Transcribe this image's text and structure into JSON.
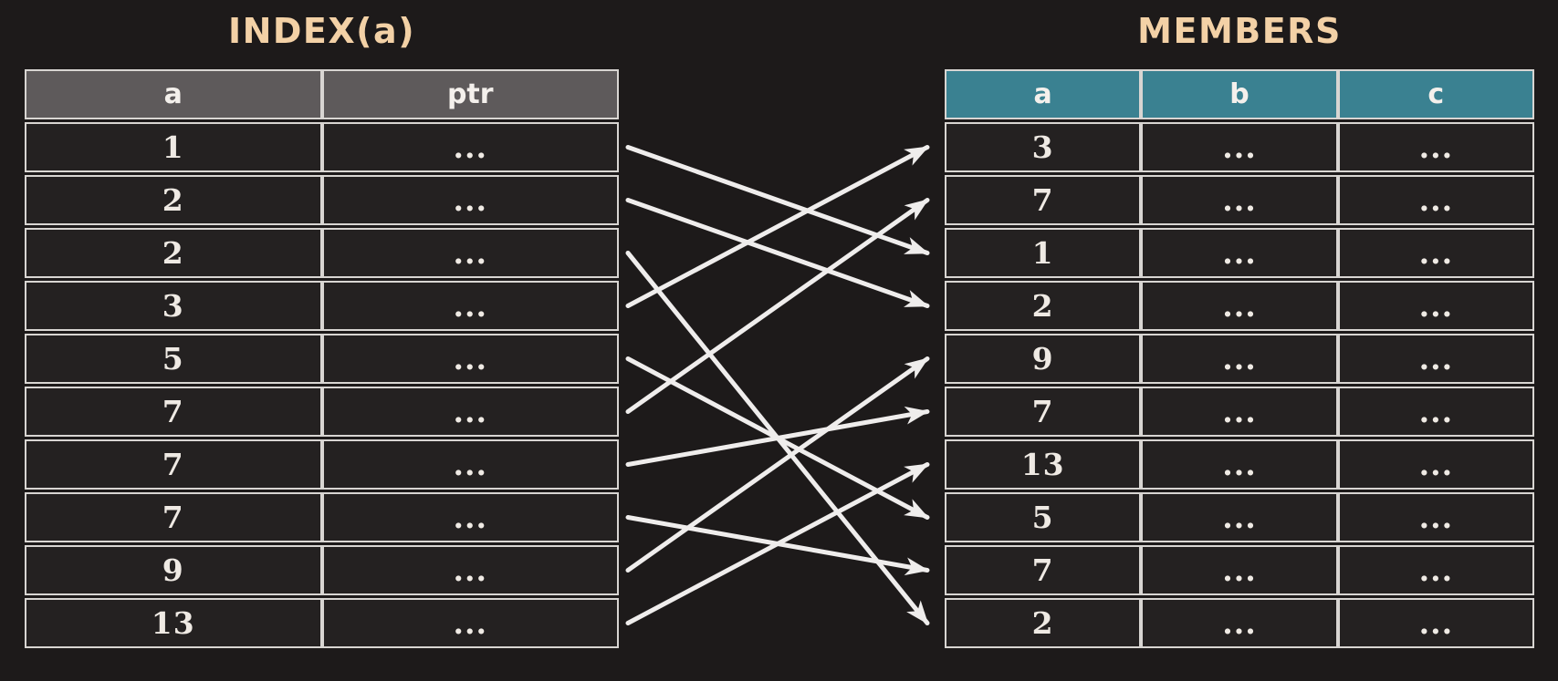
{
  "page": {
    "background_color": "#1d1a1a",
    "title_color": "#f3d1a6",
    "border_color": "#d8d5d2",
    "arrow_color": "#efedec",
    "cell_background": "#242121",
    "cell_text_color": "#efeae4"
  },
  "index_table": {
    "title": "INDEX(a)",
    "header_color": "#5e5a5b",
    "columns": [
      "a",
      "ptr"
    ],
    "rows": [
      [
        "1",
        "..."
      ],
      [
        "2",
        "..."
      ],
      [
        "2",
        "..."
      ],
      [
        "3",
        "..."
      ],
      [
        "5",
        "..."
      ],
      [
        "7",
        "..."
      ],
      [
        "7",
        "..."
      ],
      [
        "7",
        "..."
      ],
      [
        "9",
        "..."
      ],
      [
        "13",
        "..."
      ]
    ]
  },
  "members_table": {
    "title": "MEMBERS",
    "header_color": "#3a8191",
    "columns": [
      "a",
      "b",
      "c"
    ],
    "rows": [
      [
        "3",
        "...",
        "..."
      ],
      [
        "7",
        "...",
        "..."
      ],
      [
        "1",
        "...",
        "..."
      ],
      [
        "2",
        "...",
        "..."
      ],
      [
        "9",
        "...",
        "..."
      ],
      [
        "7",
        "...",
        "..."
      ],
      [
        "13",
        "...",
        "..."
      ],
      [
        "5",
        "...",
        "..."
      ],
      [
        "7",
        "...",
        "..."
      ],
      [
        "2",
        "...",
        "..."
      ]
    ]
  },
  "links": [
    {
      "value": "1",
      "from_index_row": 1,
      "to_member_row": 3
    },
    {
      "value": "2",
      "from_index_row": 2,
      "to_member_row": 4
    },
    {
      "value": "2",
      "from_index_row": 3,
      "to_member_row": 10
    },
    {
      "value": "3",
      "from_index_row": 4,
      "to_member_row": 1
    },
    {
      "value": "5",
      "from_index_row": 5,
      "to_member_row": 8
    },
    {
      "value": "7",
      "from_index_row": 6,
      "to_member_row": 2
    },
    {
      "value": "7",
      "from_index_row": 7,
      "to_member_row": 6
    },
    {
      "value": "7",
      "from_index_row": 8,
      "to_member_row": 9
    },
    {
      "value": "9",
      "from_index_row": 9,
      "to_member_row": 5
    },
    {
      "value": "13",
      "from_index_row": 10,
      "to_member_row": 7
    }
  ]
}
